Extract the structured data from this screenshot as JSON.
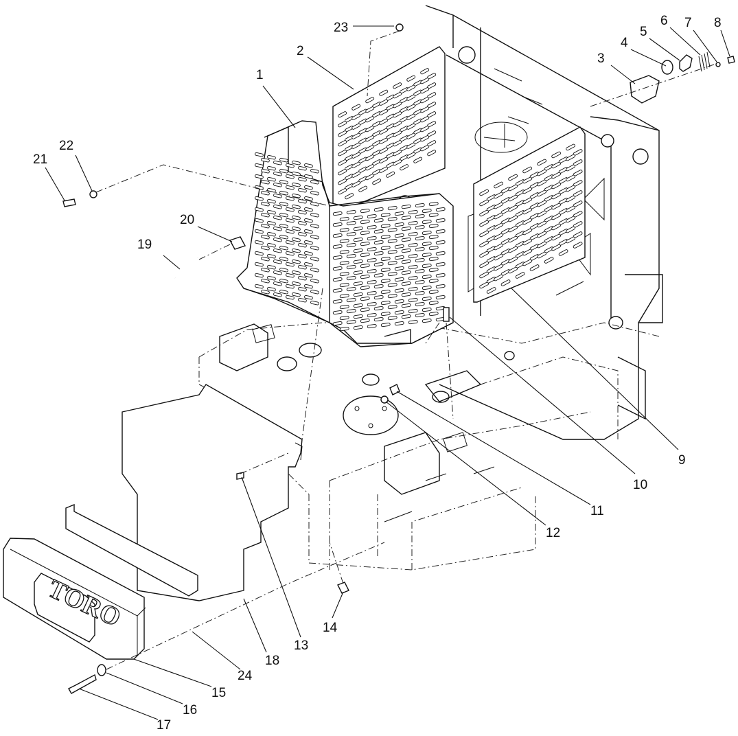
{
  "callouts": [
    {
      "id": "1",
      "text": "1"
    },
    {
      "id": "2",
      "text": "2"
    },
    {
      "id": "3",
      "text": "3"
    },
    {
      "id": "4",
      "text": "4"
    },
    {
      "id": "5",
      "text": "5"
    },
    {
      "id": "6",
      "text": "6"
    },
    {
      "id": "7",
      "text": "7"
    },
    {
      "id": "8",
      "text": "8"
    },
    {
      "id": "9",
      "text": "9"
    },
    {
      "id": "10",
      "text": "10"
    },
    {
      "id": "11",
      "text": "11"
    },
    {
      "id": "12",
      "text": "12"
    },
    {
      "id": "13",
      "text": "13"
    },
    {
      "id": "14",
      "text": "14"
    },
    {
      "id": "15",
      "text": "15"
    },
    {
      "id": "16",
      "text": "16"
    },
    {
      "id": "17",
      "text": "17"
    },
    {
      "id": "18",
      "text": "18"
    },
    {
      "id": "19",
      "text": "19"
    },
    {
      "id": "20",
      "text": "20"
    },
    {
      "id": "21",
      "text": "21"
    },
    {
      "id": "22",
      "text": "22"
    },
    {
      "id": "23",
      "text": "23"
    },
    {
      "id": "24",
      "text": "24"
    }
  ],
  "logo_text": "TORO"
}
